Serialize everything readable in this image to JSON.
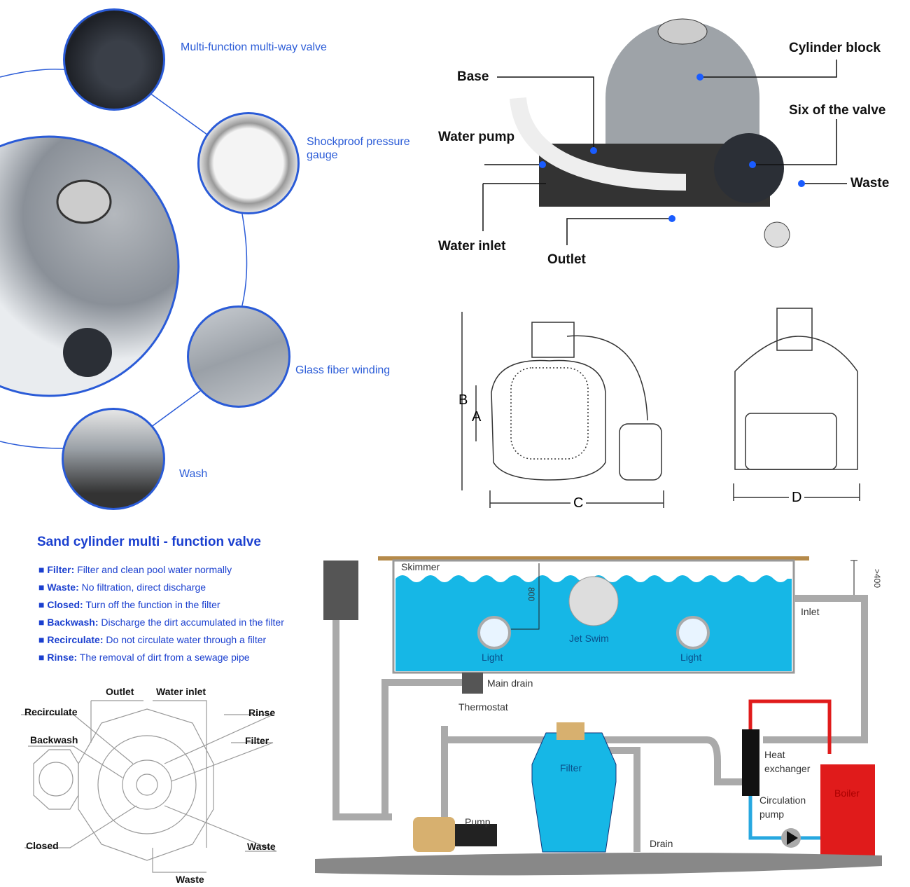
{
  "features": {
    "valve": "Multi-function multi-way valve",
    "gauge": "Shockproof pressure gauge",
    "fiber": "Glass fiber winding",
    "wash": "Wash"
  },
  "photo_labels": {
    "base": "Base",
    "water_pump": "Water pump",
    "water_inlet": "Water inlet",
    "outlet": "Outlet",
    "cylinder_block": "Cylinder block",
    "six_valve": "Six of the valve",
    "waste": "Waste"
  },
  "dimensions": {
    "a": "A",
    "b": "B",
    "c": "C",
    "d": "D"
  },
  "valve_section": {
    "title": "Sand cylinder multi - function valve",
    "items": [
      {
        "name": "Filter:",
        "desc": "Filter and clean pool water normally"
      },
      {
        "name": "Waste:",
        "desc": "No filtration, direct discharge"
      },
      {
        "name": "Closed:",
        "desc": "Turn off the function in the filter"
      },
      {
        "name": "Backwash:",
        "desc": "Discharge the dirt accumulated in the filter"
      },
      {
        "name": "Recirculate:",
        "desc": "Do not circulate water through a filter"
      },
      {
        "name": "Rinse:",
        "desc": "The removal of dirt from a sewage pipe"
      }
    ]
  },
  "valve_diagram": {
    "outlet": "Outlet",
    "water_inlet": "Water inlet",
    "recirculate": "Recirculate",
    "rinse": "Rinse",
    "backwash": "Backwash",
    "filter": "Filter",
    "closed": "Closed",
    "waste_right": "Waste",
    "waste_bottom": "Waste"
  },
  "pool": {
    "skimmer": "Skimmer",
    "depth": "800",
    "height": ">400",
    "inlet": "Inlet",
    "jet_swim": "Jet Swim",
    "light_left": "Light",
    "light_right": "Light",
    "main_drain": "Main drain",
    "thermostat": "Thermostat",
    "filter": "Filter",
    "pump": "Pump",
    "drain": "Drain",
    "heat_exchanger_1": "Heat",
    "heat_exchanger_2": "exchanger",
    "circulation_pump_1": "Circulation",
    "circulation_pump_2": "pump",
    "boiler": "Boiler"
  }
}
